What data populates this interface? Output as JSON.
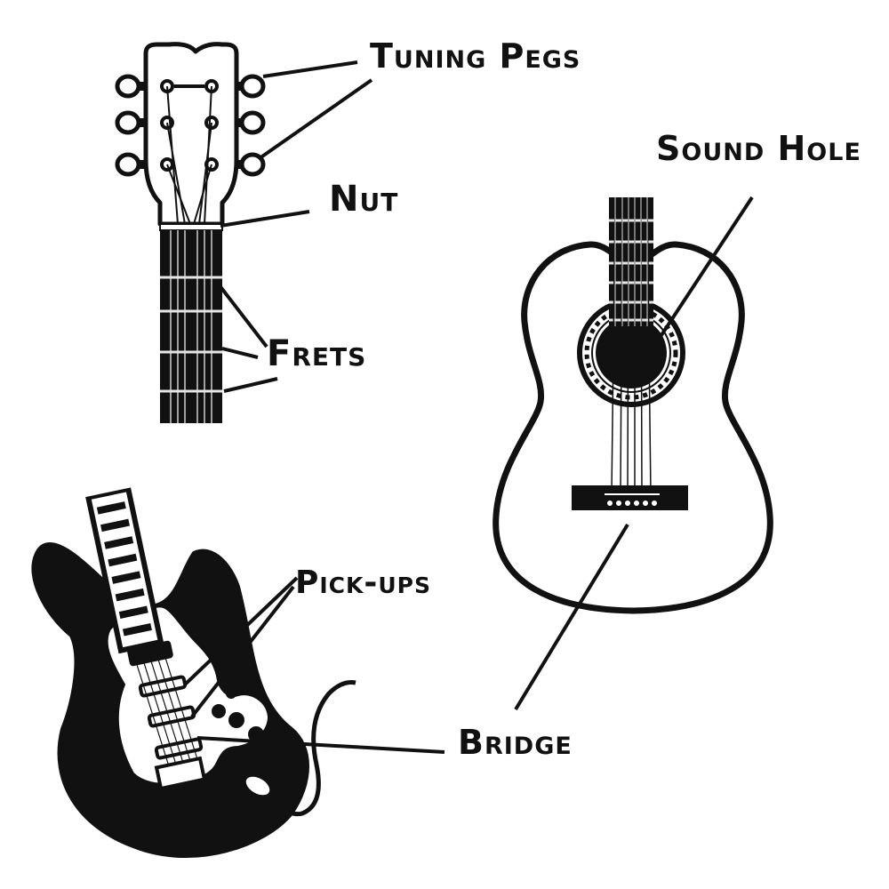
{
  "labels": {
    "tuning_pegs": "Tuning Pegs",
    "nut": "Nut",
    "frets": "Frets",
    "sound_hole": "Sound Hole",
    "pick_ups": "Pick-ups",
    "bridge": "Bridge"
  },
  "colors": {
    "ink": "#111111",
    "paper": "#ffffff"
  }
}
